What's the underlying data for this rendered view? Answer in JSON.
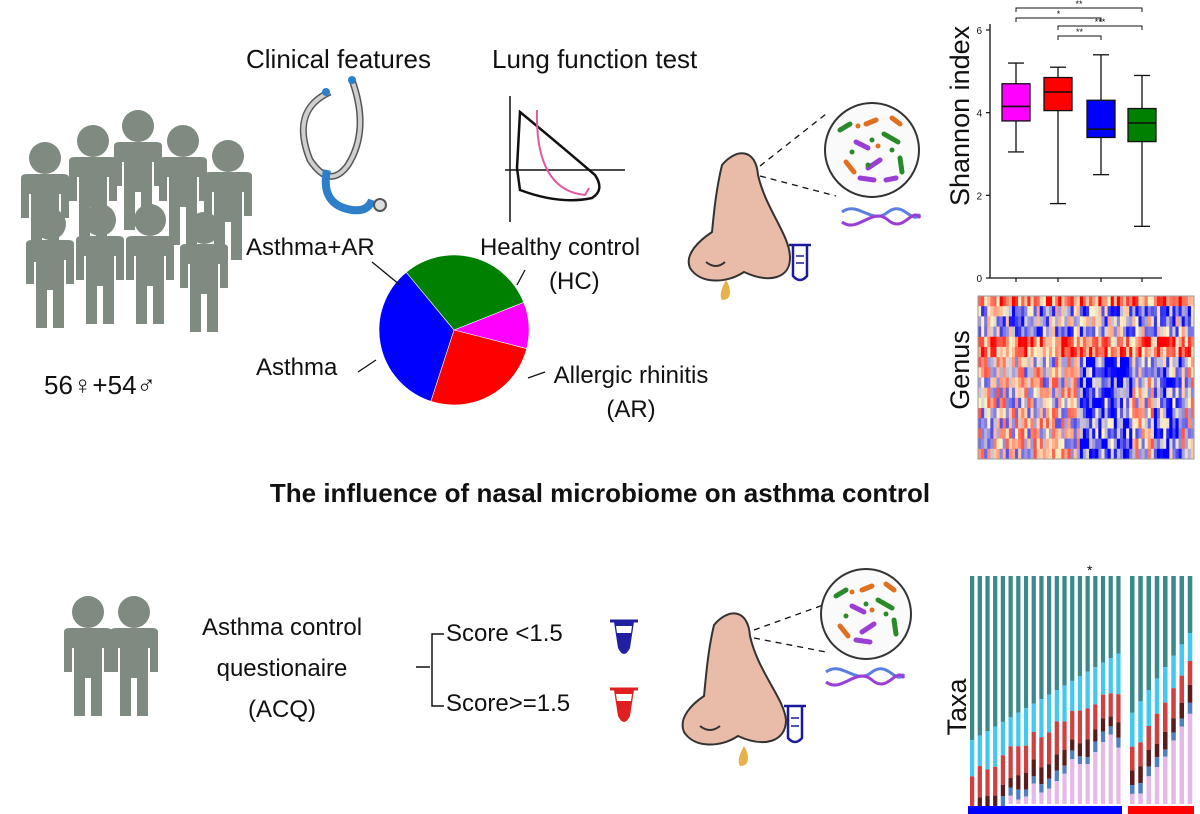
{
  "top": {
    "clinical_features": "Clinical features",
    "lung_function_test": "Lung function test",
    "cohort_count": "56♀+54♂",
    "pie_labels": {
      "asthma_ar": "Asthma+AR",
      "healthy_control": "Healthy control",
      "healthy_control_abbr": "(HC)",
      "asthma": "Asthma",
      "allergic_rhinitis": "Allergic rhinitis",
      "allergic_rhinitis_abbr": "(AR)"
    },
    "heatmap_label": "Genus"
  },
  "section_title": "The influence of nasal microbiome on asthma control",
  "bottom": {
    "acq_line1": "Asthma control",
    "acq_line2": "questionaire",
    "acq_line3": "(ACQ)",
    "score_low": "Score <1.5",
    "score_high": "Score>=1.5",
    "taxa_label": "Taxa",
    "taxa_star": "*"
  },
  "colors": {
    "person": "#7f8a80",
    "magenta": "#ff00ff",
    "red": "#ff0000",
    "blue": "#0000ff",
    "green": "#008000",
    "nose": "#e8bca8",
    "drop": "#e8b14a",
    "tube_blue": "#1a1a9a",
    "tube_red": "#e02020"
  },
  "chart_data": [
    {
      "type": "pie",
      "categories": [
        "Healthy control (HC)",
        "Allergic rhinitis (AR)",
        "Asthma",
        "Asthma+AR"
      ],
      "values": [
        10,
        26,
        34,
        30
      ],
      "colors": [
        "#ff00ff",
        "#ff0000",
        "#0000ff",
        "#008000"
      ]
    },
    {
      "type": "box",
      "ylabel": "Shannon index",
      "ylim": [
        0,
        6
      ],
      "yticks": [
        0,
        2,
        4,
        6
      ],
      "groups": [
        {
          "color": "#ff00ff",
          "min": 3.05,
          "q1": 3.8,
          "median": 4.15,
          "q3": 4.7,
          "max": 5.2
        },
        {
          "color": "#ff0000",
          "min": 1.8,
          "q1": 4.05,
          "median": 4.5,
          "q3": 4.85,
          "max": 5.1
        },
        {
          "color": "#0000ff",
          "min": 2.5,
          "q1": 3.4,
          "median": 3.6,
          "q3": 4.3,
          "max": 5.4
        },
        {
          "color": "#008000",
          "min": 1.25,
          "q1": 3.3,
          "median": 3.75,
          "q3": 4.1,
          "max": 4.9
        }
      ],
      "significance": [
        {
          "from": 0,
          "to": 3,
          "label": "**"
        },
        {
          "from": 0,
          "to": 2,
          "label": "*"
        },
        {
          "from": 1,
          "to": 3,
          "label": "***"
        },
        {
          "from": 1,
          "to": 2,
          "label": "**"
        }
      ]
    },
    {
      "type": "heatmap",
      "ylabel": "Genus",
      "rows": 16,
      "cols": 70,
      "scale": [
        "#0000ff",
        "#fff7c8",
        "#ff0000"
      ]
    },
    {
      "type": "bar",
      "stacked": true,
      "ylabel": "Taxa",
      "groups": [
        {
          "color": "#0000ff",
          "bars": 20
        },
        {
          "color": "#ff0000",
          "bars": 8
        }
      ],
      "layer_colors": [
        "#3a8a8a",
        "#45c8f0",
        "#d04040",
        "#5a1c1c",
        "#5080c0",
        "#e6b8e6"
      ]
    }
  ]
}
